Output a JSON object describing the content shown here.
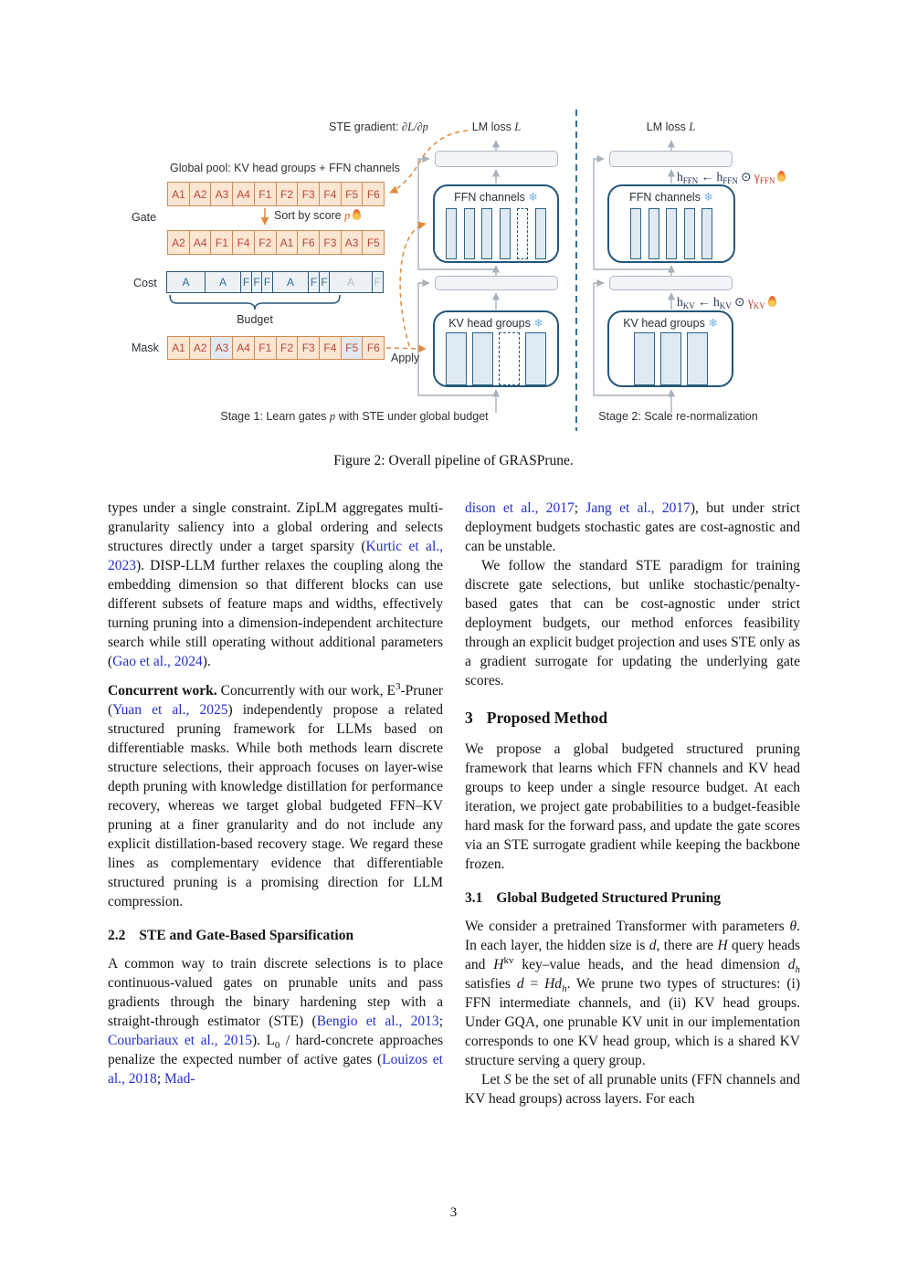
{
  "figure": {
    "caption": "Figure 2: Overall pipeline of GRASPrune.",
    "labels": {
      "ste_gradient": [
        {
          "t": "STE gradient: "
        },
        {
          "t": "∂L/∂p",
          "s": "fm"
        }
      ],
      "lm_loss": [
        {
          "t": "LM loss "
        },
        {
          "t": "L",
          "s": "fm"
        }
      ],
      "global_pool": "Global pool: KV head groups + FFN channels",
      "gate": "Gate",
      "sort": [
        {
          "t": "Sort by score "
        },
        {
          "t": "p",
          "s": "fm orange"
        },
        {
          "t": "",
          "s": "fire"
        }
      ],
      "cost": "Cost",
      "budget": "Budget",
      "mask": "Mask",
      "apply": "Apply",
      "ffn_channels": [
        {
          "t": "FFN channels "
        },
        {
          "t": "❄",
          "s": "snow"
        }
      ],
      "kv_head_groups": [
        {
          "t": "KV head groups "
        },
        {
          "t": "❄",
          "s": "snow"
        }
      ],
      "formula_ffn": [
        {
          "t": "h"
        },
        {
          "t": "FFN",
          "s": "fsub"
        },
        {
          "t": " ← h"
        },
        {
          "t": "FFN",
          "s": "fsub"
        },
        {
          "t": " ⊙ "
        },
        {
          "t": "γ",
          "s": "red"
        },
        {
          "t": "FFN",
          "s": "fsub red"
        },
        {
          "t": "",
          "s": "fire"
        }
      ],
      "formula_kv": [
        {
          "t": "h"
        },
        {
          "t": "KV",
          "s": "fsub"
        },
        {
          "t": " ← h"
        },
        {
          "t": "KV",
          "s": "fsub"
        },
        {
          "t": " ⊙ "
        },
        {
          "t": "γ",
          "s": "red"
        },
        {
          "t": "KV",
          "s": "fsub red"
        },
        {
          "t": "",
          "s": "fire"
        }
      ],
      "stage1": [
        {
          "t": "Stage 1: Learn gates "
        },
        {
          "t": "p",
          "s": "fm"
        },
        {
          "t": " with STE under global budget"
        }
      ],
      "stage2": [
        {
          "t": "Stage 2: Scale re-normalization"
        }
      ]
    },
    "gate_row_top": [
      "A1",
      "A2",
      "A3",
      "A4",
      "F1",
      "F2",
      "F3",
      "F4",
      "F5",
      "F6"
    ],
    "gate_row_sorted": [
      "A2",
      "A4",
      "F1",
      "F4",
      "F2",
      "A1",
      "F6",
      "F3",
      "A3",
      "F5"
    ],
    "mask_row": [
      {
        "t": "A1"
      },
      {
        "t": "A2"
      },
      {
        "t": "A3",
        "cls": "masked"
      },
      {
        "t": "A4"
      },
      {
        "t": "F1"
      },
      {
        "t": "F2"
      },
      {
        "t": "F3"
      },
      {
        "t": "F4"
      },
      {
        "t": "F5",
        "cls": "masked"
      },
      {
        "t": "F6"
      }
    ],
    "cost_segments": [
      {
        "t": "A",
        "w": 43
      },
      {
        "t": "A",
        "w": 41
      },
      {
        "t": "F",
        "w": 13
      },
      {
        "t": "F",
        "w": 13
      },
      {
        "t": "F",
        "w": 13
      },
      {
        "t": "A",
        "w": 41
      },
      {
        "t": "F",
        "w": 13
      },
      {
        "t": "F",
        "w": 13
      },
      {
        "t": "A",
        "w": 48,
        "cls": "grey"
      },
      {
        "t": "F",
        "w": 13,
        "cls": "grey"
      }
    ],
    "colors": {
      "cell_fill": "#fae6d2",
      "cell_border": "#d18a52",
      "cell_text": "#b9473c",
      "masked_fill": "#e3e9f1",
      "box_border": "#24567a",
      "bar_fill": "#dee9f3",
      "orange_dash": "#dd8a3e",
      "divider_blue": "#34708f",
      "grey_line": "#a8b1bb",
      "gamma_red": "#c0392b",
      "link_blue": "#2430c8",
      "snowflake_blue": "#77b5e3"
    }
  },
  "content": {
    "left_col": {
      "p1": [
        {
          "t": "types under a single constraint. ZipLM aggregates multi-granularity saliency into a global ordering and selects structures directly under a target sparsity ("
        },
        {
          "t": "Kurtic et al., 2023",
          "s": "link"
        },
        {
          "t": "). DISP-LLM further relaxes the coupling along the embedding dimension so that different blocks can use different subsets of feature maps and widths, effectively turning pruning into a dimension-independent architecture search while still operating without additional parameters ("
        },
        {
          "t": "Gao et al., 2024",
          "s": "link"
        },
        {
          "t": ")."
        }
      ],
      "p2": [
        {
          "t": "Concurrent work.",
          "s": "b"
        },
        {
          "t": "  Concurrently with our work, E"
        },
        {
          "t": "3",
          "s": "sup"
        },
        {
          "t": "-Pruner ("
        },
        {
          "t": "Yuan et al., 2025",
          "s": "link"
        },
        {
          "t": ") independently propose a related structured pruning framework for LLMs based on differentiable masks. While both methods learn discrete structure selections, their approach focuses on layer-wise depth pruning with knowledge distillation for performance recovery, whereas we target global budgeted FFN–KV pruning at a finer granularity and do not include any explicit distillation-based recovery stage. We regard these lines as complementary evidence that differentiable structured pruning is a promising direction for LLM compression."
        }
      ],
      "h22_num": "2.2",
      "h22_title": "STE and Gate-Based Sparsification",
      "p3": [
        {
          "t": "A common way to train discrete selections is to place continuous-valued gates on prunable units and pass gradients through the binary hardening step with a straight-through estimator (STE) ("
        },
        {
          "t": "Bengio et al., 2013",
          "s": "link"
        },
        {
          "t": "; "
        },
        {
          "t": "Courbariaux et al., 2015",
          "s": "link"
        },
        {
          "t": "). L"
        },
        {
          "t": "0",
          "s": "sub"
        },
        {
          "t": " / hard-concrete approaches penalize the expected number of active gates ("
        },
        {
          "t": "Louizos et al., 2018",
          "s": "link"
        },
        {
          "t": "; "
        },
        {
          "t": "Mad-",
          "s": "link"
        }
      ]
    },
    "right_col": {
      "p4": [
        {
          "t": "dison et al., 2017",
          "s": "link"
        },
        {
          "t": "; "
        },
        {
          "t": "Jang et al., 2017",
          "s": "link"
        },
        {
          "t": "), but under strict deployment budgets stochastic gates are cost-agnostic and can be unstable."
        }
      ],
      "p5": [
        {
          "t": "We follow the standard STE paradigm for training discrete gate selections, but unlike stochastic/penalty-based gates that can be cost-agnostic under strict deployment budgets, our method enforces feasibility through an explicit budget projection and uses STE only as a gradient surrogate for updating the underlying gate scores."
        }
      ],
      "h3_num": "3",
      "h3_title": "Proposed Method",
      "p6": [
        {
          "t": "We propose a global budgeted structured pruning framework that learns which FFN channels and KV head groups to keep under a single resource budget. At each iteration, we project gate probabilities to a budget-feasible hard mask for the forward pass, and update the gate scores via an STE surrogate gradient while keeping the backbone frozen."
        }
      ],
      "h31_num": "3.1",
      "h31_title": "Global Budgeted Structured Pruning",
      "p7": [
        {
          "t": "We consider a pretrained Transformer with parameters "
        },
        {
          "t": "θ",
          "s": "m"
        },
        {
          "t": ". In each layer, the hidden size is "
        },
        {
          "t": "d",
          "s": "m"
        },
        {
          "t": ", there are "
        },
        {
          "t": "H",
          "s": "m"
        },
        {
          "t": " query heads and "
        },
        {
          "t": "H",
          "s": "m"
        },
        {
          "t": "kv",
          "s": "sup"
        },
        {
          "t": " key–value heads, and the head dimension "
        },
        {
          "t": "d",
          "s": "m"
        },
        {
          "t": "h",
          "s": "msub"
        },
        {
          "t": " satisfies "
        },
        {
          "t": "d",
          "s": "m"
        },
        {
          "t": " = "
        },
        {
          "t": "Hd",
          "s": "m"
        },
        {
          "t": "h",
          "s": "msub"
        },
        {
          "t": ". We prune two types of structures: (i) FFN intermediate channels, and (ii) KV head groups. Under GQA, one prunable KV unit in our implementation corresponds to one KV head group, which is a shared KV structure serving a query group."
        }
      ],
      "p8": [
        {
          "t": "Let "
        },
        {
          "t": "S",
          "s": "m"
        },
        {
          "t": " be the set of all prunable units (FFN channels and KV head groups) across layers. For each"
        }
      ]
    }
  },
  "page_number": "3"
}
